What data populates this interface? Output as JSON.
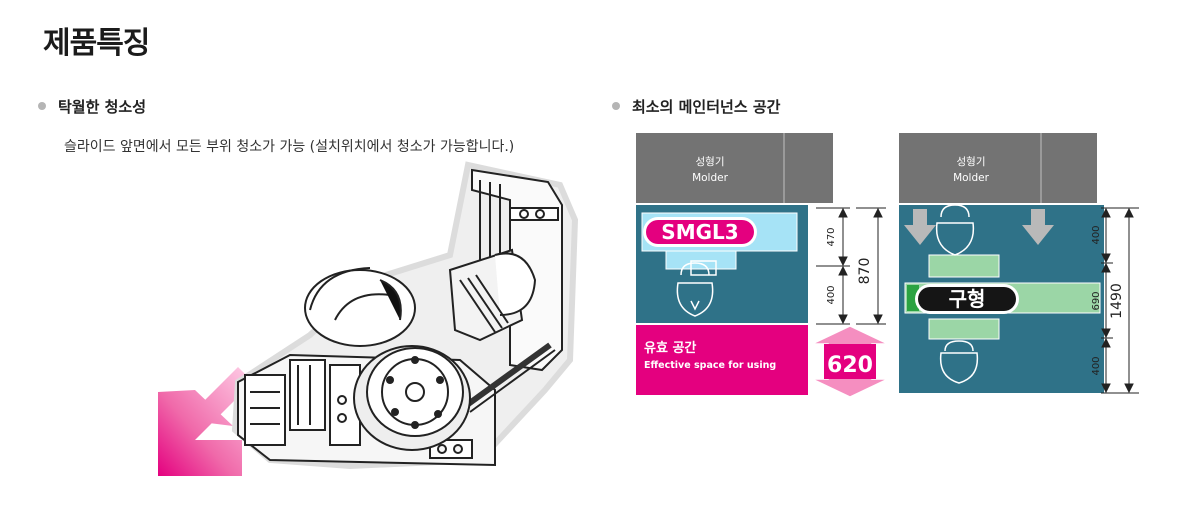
{
  "page": {
    "title": "제품특징"
  },
  "features": [
    {
      "title": "탁월한 청소성",
      "description": "슬라이드 앞면에서 모든 부위 청소가 가능 (설치위치에서 청소가 가능합니다.)"
    },
    {
      "title": "최소의 메인터넌스 공간"
    }
  ],
  "diagrams": {
    "smgl3": {
      "molder_ko": "성형기",
      "molder_en": "Molder",
      "model_badge": "SMGL3",
      "space_ko": "유효 공간",
      "space_en": "Effective space for using",
      "dims": {
        "top": "470",
        "bottom": "400",
        "total": "870",
        "saved": "620"
      }
    },
    "old": {
      "molder_ko": "성형기",
      "molder_en": "Molder",
      "model_badge": "구형",
      "dims": {
        "top": "400",
        "middle": "690",
        "bottom": "400",
        "total": "1490"
      }
    }
  },
  "colors": {
    "teal": "#2f7288",
    "magenta": "#e4007f",
    "molder_gray": "#737373",
    "cyan": "#a6e3f6",
    "green": "#9bd6a6"
  }
}
